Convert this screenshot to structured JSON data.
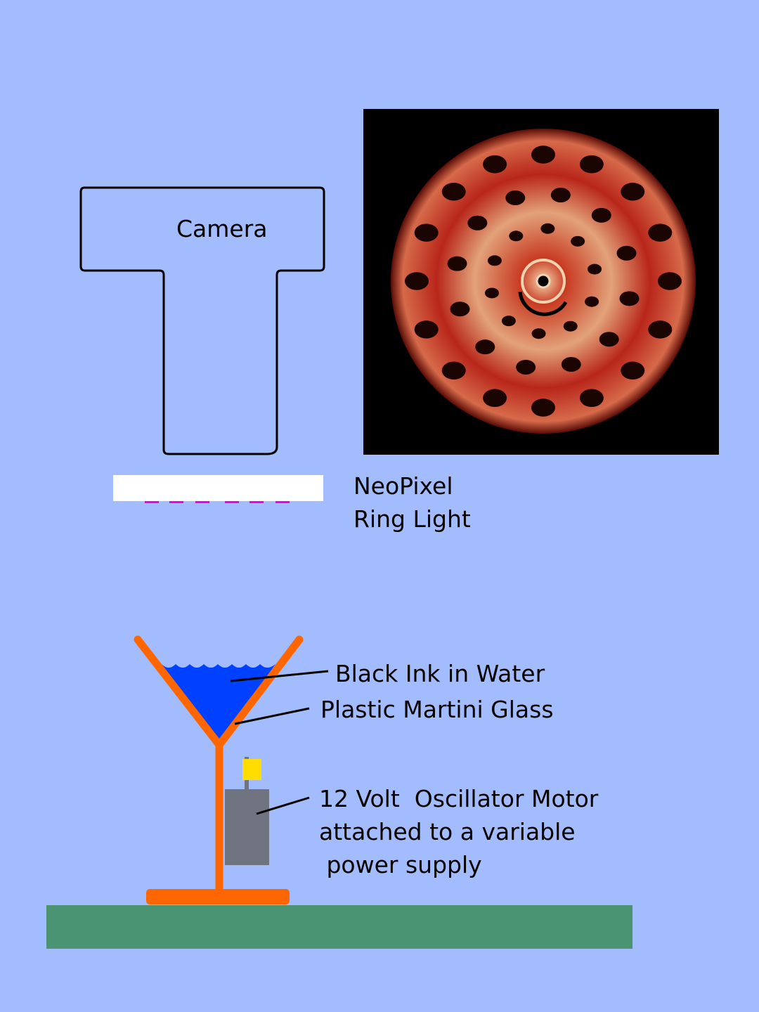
{
  "labels": {
    "camera": "Camera",
    "ring_light_line1": "NeoPixel",
    "ring_light_line2": "Ring Light",
    "ink": "Black Ink in Water",
    "glass": "Plastic Martini Glass",
    "motor_line1": "12 Volt  Oscillator Motor",
    "motor_line2": "attached to a variable",
    "motor_line3": " power supply"
  },
  "colors": {
    "background": "#a3bcfd",
    "glass": "#ff6600",
    "water": "#0040ff",
    "motor": "#6f7480",
    "weight": "#ffdd00",
    "table": "#4a9474",
    "ring_light": "#ffffff",
    "leds": "#ee00ee"
  }
}
